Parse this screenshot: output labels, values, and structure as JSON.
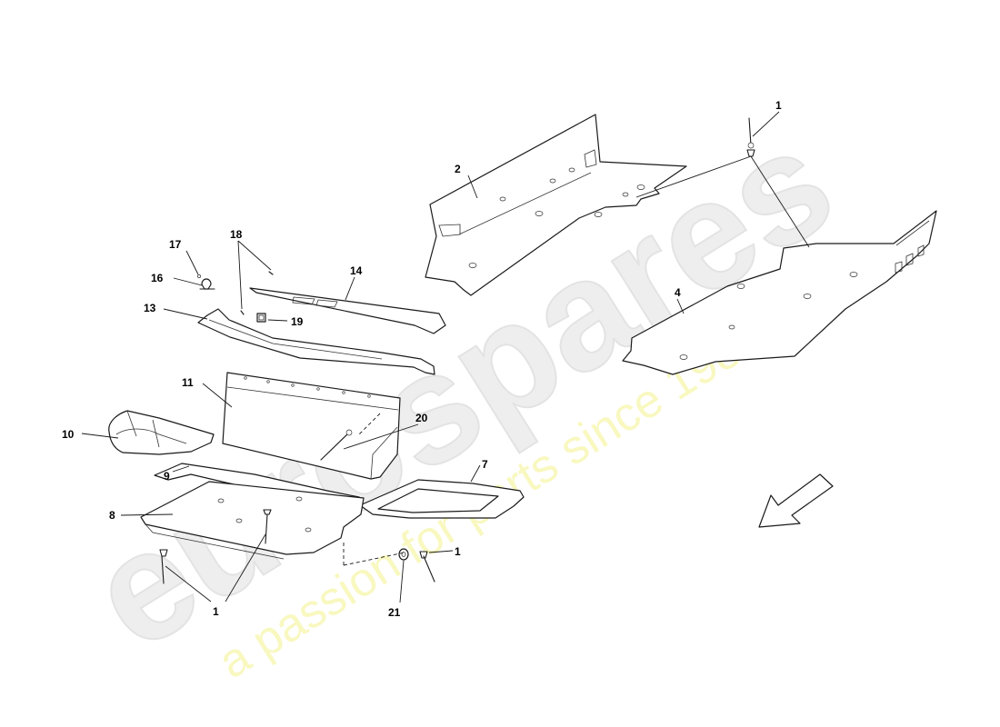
{
  "watermark": {
    "logo": "eurospares",
    "tagline": "a passion for parts since 1985"
  },
  "callouts": {
    "c1_top": "1",
    "c2": "2",
    "c4": "4",
    "c17": "17",
    "c18": "18",
    "c16": "16",
    "c14": "14",
    "c13": "13",
    "c19": "19",
    "c11": "11",
    "c20": "20",
    "c10": "10",
    "c9": "9",
    "c7": "7",
    "c8": "8",
    "c1_right": "1",
    "c1_bottom": "1",
    "c21": "21"
  },
  "icons": {
    "direction": "front-direction-arrow-icon"
  }
}
